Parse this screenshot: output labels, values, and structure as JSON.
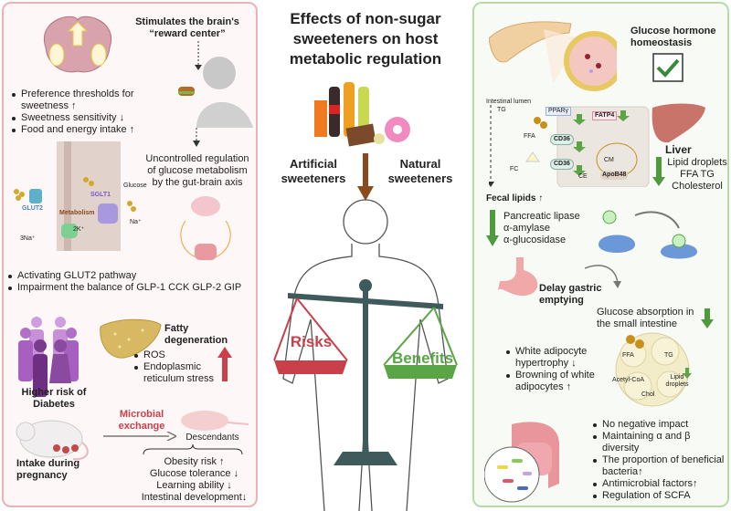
{
  "title": "Effects of non-sugar sweeteners on host metabolic regulation",
  "center": {
    "artificial": "Artificial sweeteners",
    "natural": "Natural sweeteners",
    "risks": "Risks",
    "benefits": "Benefits"
  },
  "left": {
    "reward": "Stimulates the brain's “reward center”",
    "bullets1": [
      "Preference thresholds for sweetness ↑",
      "Sweetness sensitivity ↓",
      "Food and energy intake ↑"
    ],
    "gutbrain": "Uncontrolled regulation of glucose metabolism by the gut-brain axis",
    "cell_labels": {
      "glut2": "GLUT2",
      "sglt1": "SGLT1",
      "glucose": "Glucose",
      "metabolism": "Metabolism",
      "na": "Na⁺",
      "k": "2K⁺",
      "na3": "3Na⁺"
    },
    "bullets2": [
      "Activating GLUT2 pathway",
      "Impairment the balance of GLP-1 CCK GLP-2 GIP"
    ],
    "diabetes": "Higher risk of Diabetes",
    "fatty": "Fatty degeneration",
    "fatty_bullets": [
      "ROS",
      "Endoplasmic reticulum stress"
    ],
    "microbial": "Microbial exchange",
    "descendants": "Descendants",
    "pregnancy": "Intake during pregnancy",
    "outcomes": [
      "Obesity risk ↑",
      "Glucose tolerance ↓",
      "Learning ability ↓",
      "Intestinal development↓"
    ]
  },
  "right": {
    "glucose_hormone": "Glucose hormone homeostasis",
    "lumen": "Intestinal lumen",
    "cell": {
      "tg": "TG",
      "ffa": "FFA",
      "fc": "FC",
      "ppar": "PPARγ",
      "fatp4": "FATP4",
      "cd36a": "CD36",
      "cd36b": "CD36",
      "ce": "CE",
      "cm": "CM",
      "apob48": "ApoB48"
    },
    "fecal": "Fecal lipids ↑",
    "liver": "Liver",
    "liver_items": [
      "Lipid droplets",
      "FFA TG",
      "Cholesterol"
    ],
    "enzymes": [
      "Pancreatic lipase",
      "α-amylase",
      "α-glucosidase"
    ],
    "gastric": "Delay gastric emptying",
    "absorption": "Glucose absorption in the small intestine",
    "adipo_bullets": [
      "White adipocyte hypertrophy ↓",
      "Browning of white adipocytes ↑"
    ],
    "adipo_labels": {
      "ffa": "FFA",
      "tg": "TG",
      "acetyl": "Acetyl-CoA",
      "chol": "Chol",
      "lipid": "Lipid droplets"
    },
    "gut_bullets": [
      "No negative impact",
      "Maintaining α and β diversity",
      "The proportion of beneficial bacteria↑",
      "Antimicrobial factors↑",
      "Regulation of SCFA"
    ]
  },
  "colors": {
    "risk": "#c9404a",
    "benefit": "#5aa646",
    "left_border": "#e9b3b8",
    "right_border": "#b5dca8",
    "arrow": "#8b4a1c",
    "up_arrow": "#c9404a",
    "down_arrow": "#4f9a3f"
  }
}
